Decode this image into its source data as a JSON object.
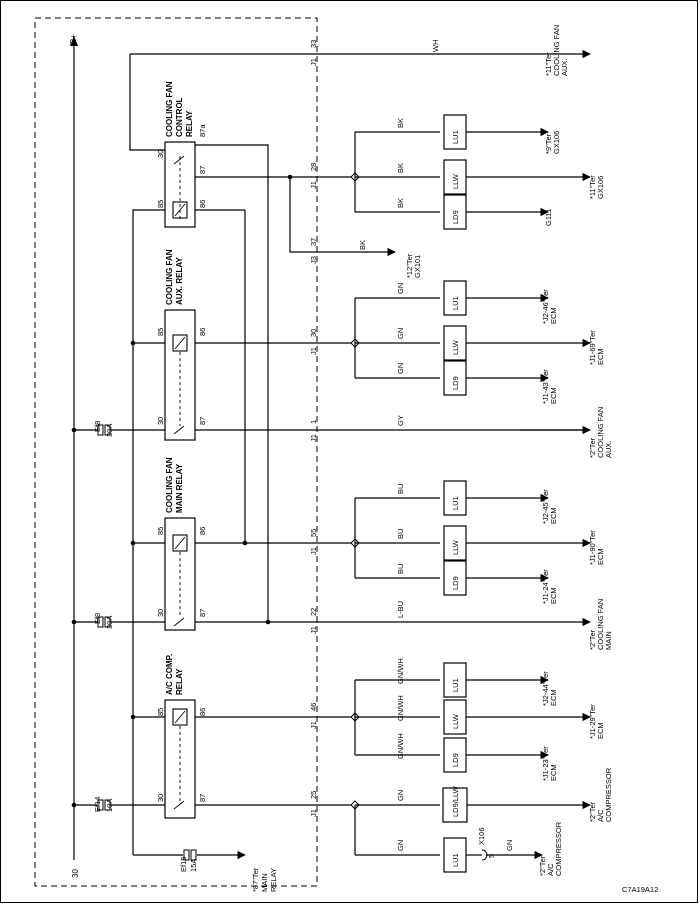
{
  "figure_id": "C7A19A12",
  "power": {
    "bplus": "B+",
    "ground_pin": "30"
  },
  "relays": {
    "control": {
      "title": [
        "COOLING FAN",
        "CONTROL",
        "RELAY"
      ],
      "pins": {
        "p30": "30",
        "p87a": "87a",
        "p87": "87",
        "p85": "85",
        "p86": "86"
      }
    },
    "aux": {
      "title": [
        "COOLING FAN",
        "AUX. RELAY"
      ],
      "pins": {
        "p85": "85",
        "p86": "86",
        "p30": "30",
        "p87": "87"
      }
    },
    "main": {
      "title": [
        "COOLING FAN",
        "MAIN RELAY"
      ],
      "pins": {
        "p85": "85",
        "p86": "86",
        "p30": "30",
        "p87": "87"
      }
    },
    "ac": {
      "title": [
        "A/C COMP.",
        "RELAY"
      ],
      "pins": {
        "p85": "85",
        "p86": "86",
        "p30": "30",
        "p87": "87"
      }
    }
  },
  "fuses": {
    "ef8": {
      "name": "Ef8",
      "rating": "30A"
    },
    "ef9": {
      "name": "Ef9",
      "rating": "30A"
    },
    "ef14": {
      "name": "Ef14",
      "rating": "10A"
    },
    "ef15": {
      "name": "Ef15",
      "rating": "15A"
    }
  },
  "main_relay_ref": [
    "*87\"Ter",
    "MAIN",
    "RELAY"
  ],
  "connectors": {
    "c33": [
      "J1",
      "33"
    ],
    "c28": [
      "J1",
      "28"
    ],
    "c37": [
      "J3",
      "37"
    ],
    "c30": [
      "J1",
      "30"
    ],
    "c1": [
      "J1",
      "1"
    ],
    "c55": [
      "J1",
      "55"
    ],
    "c22": [
      "J1",
      "22"
    ],
    "c46": [
      "J1",
      "46"
    ],
    "c25": [
      "J1",
      "25"
    ]
  },
  "wire_colors": {
    "wh": "WH",
    "bk1": "BK",
    "bk2": "BK",
    "bk3": "BK",
    "bk4": "BK",
    "gn1": "GN",
    "gn2": "GN",
    "gn3": "GN",
    "gy": "GY",
    "bu1": "BU",
    "bu2": "BU",
    "bu3": "BU",
    "lbu": "L-BU",
    "gw1": "GN/WH",
    "gw2": "GN/WH",
    "gw3": "GN/WH",
    "gn4": "GN",
    "gn5": "GN",
    "gn6": "GN"
  },
  "options": {
    "bk1": "LU1",
    "bk2": "LLW",
    "bk3": "LD9",
    "gn1": "LU1",
    "gn2": "LLW",
    "gn3": "LD9",
    "bu1": "LU1",
    "bu2": "LLW",
    "bu3": "LD9",
    "gw1": "LU1",
    "gw2": "LLW",
    "gw3": "LD9",
    "ac1": "LD9/LLW",
    "ac2": "LU1"
  },
  "destinations": {
    "d_fan_aux_top": [
      "*11\"Ter",
      "COOLING FAN",
      "AUX."
    ],
    "d_gx106_9": [
      "*9\"Ter",
      "GX106"
    ],
    "d_gx106_11": [
      "*11\"Ter",
      "GX106"
    ],
    "d_g111": [
      "G111"
    ],
    "d_gx101": [
      "*12\"Ter",
      "GX101"
    ],
    "d_j2_46": [
      "*J2-46\"Ter",
      "ECM"
    ],
    "d_j1_69": [
      "*J1-69\"Ter",
      "ECM"
    ],
    "d_j1_43": [
      "*J1-43\"Ter",
      "ECM"
    ],
    "d_fan_aux": [
      "*2\"Ter",
      "COOLING FAN",
      "AUX."
    ],
    "d_j2_45": [
      "*J2-45\"Ter",
      "ECM"
    ],
    "d_j1_90": [
      "*J1-90\"Ter",
      "ECM"
    ],
    "d_j1_24": [
      "*J1-24\"Ter",
      "ECM"
    ],
    "d_fan_main": [
      "*2\"Ter",
      "COOLING FAN",
      "MAIN"
    ],
    "d_j2_44": [
      "*J2-44\"Ter",
      "ECM"
    ],
    "d_j1_29": [
      "*J1-29\"Ter",
      "ECM"
    ],
    "d_j1_23": [
      "*J1-23\"Ter",
      "ECM"
    ],
    "d_ac_comp": [
      "*2\"Ter",
      "A/C",
      "COMPRESSOR"
    ],
    "d_ac_comp2": [
      "*2\"Ter",
      "A/C",
      "COMPRESSOR"
    ]
  },
  "x106": {
    "name": "X106",
    "pin": "5"
  }
}
